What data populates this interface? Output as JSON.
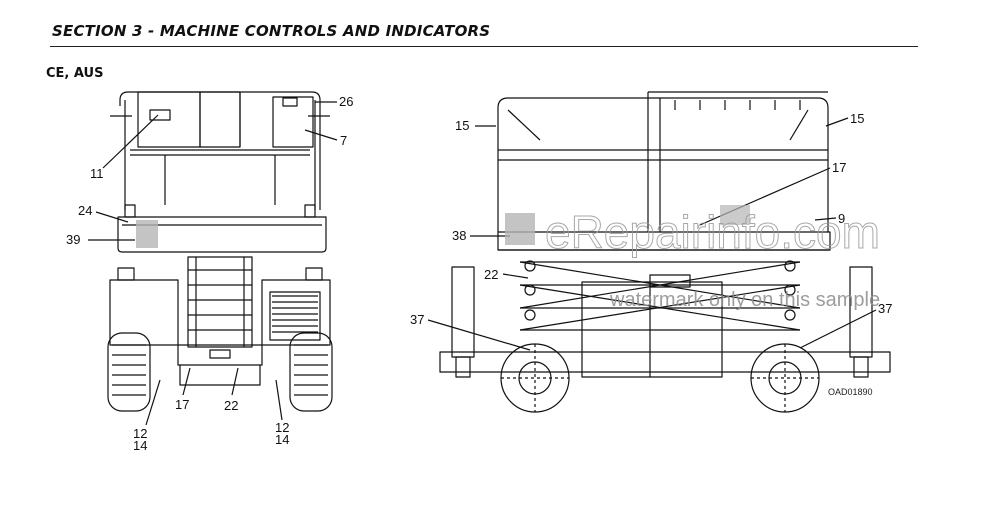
{
  "header": {
    "section_title": "SECTION 3 - MACHINE CONTROLS AND INDICATORS",
    "region_label": "CE, AUS"
  },
  "figure": {
    "code": "OAD01890",
    "front_view_callouts": [
      "26",
      "7",
      "11",
      "24",
      "39",
      "17",
      "22",
      "12",
      "14",
      "12",
      "14"
    ],
    "side_view_callouts": [
      "15",
      "15",
      "17",
      "9",
      "38",
      "22",
      "37",
      "37"
    ]
  },
  "watermark": {
    "brand": "eRepairinfo.com",
    "note": "watermark only on this sample"
  },
  "colors": {
    "line": "#111111",
    "blur_patch": "#b5b5b5",
    "watermark": "#9a9a9a"
  }
}
